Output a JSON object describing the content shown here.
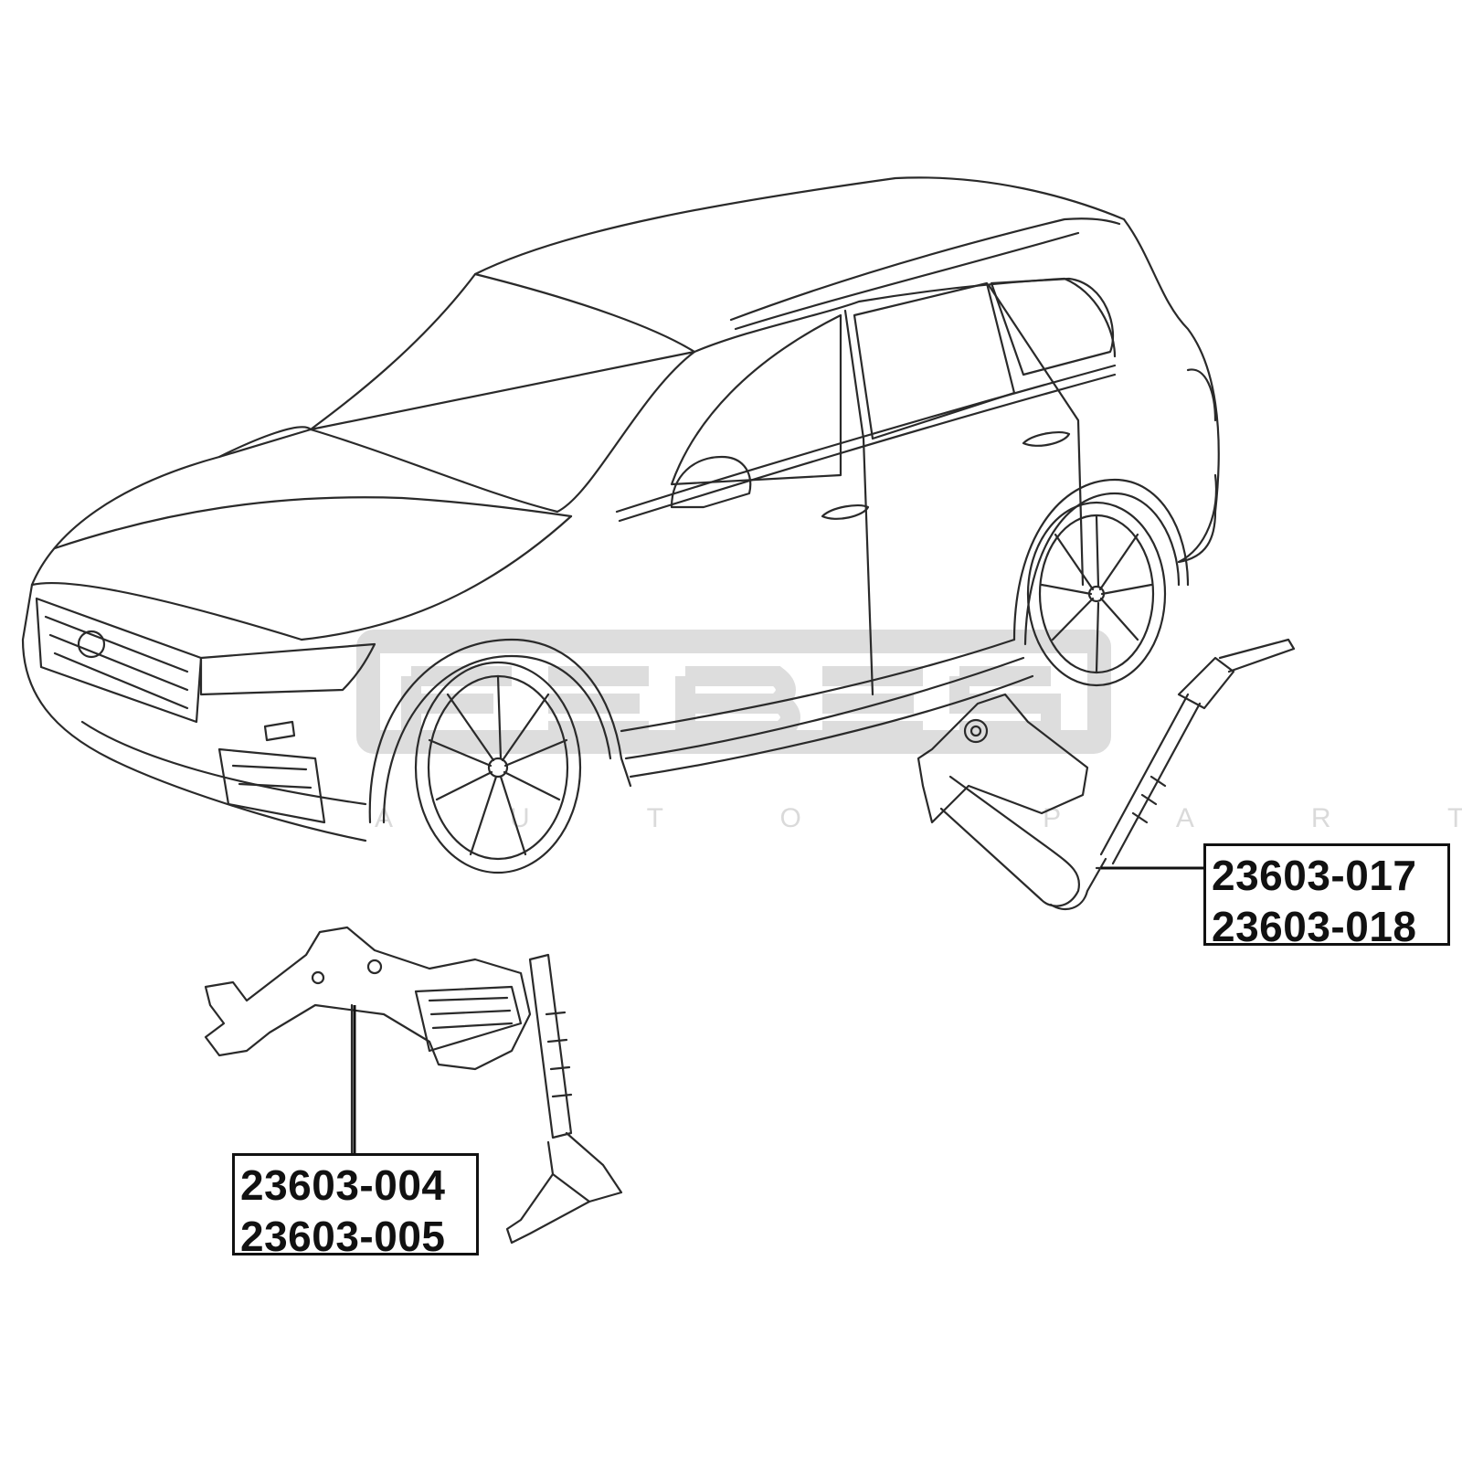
{
  "watermark": {
    "brand": "FEBEST",
    "tagline": "AUTO PARTS",
    "color": "#d9d9d9"
  },
  "colors": {
    "line": "#2a2a2a",
    "label_border": "#111111"
  },
  "labels": {
    "rear_sensor": {
      "line1": "23603-017",
      "line2": "23603-018"
    },
    "front_sensor": {
      "line1": "23603-004",
      "line2": "23603-005"
    }
  }
}
